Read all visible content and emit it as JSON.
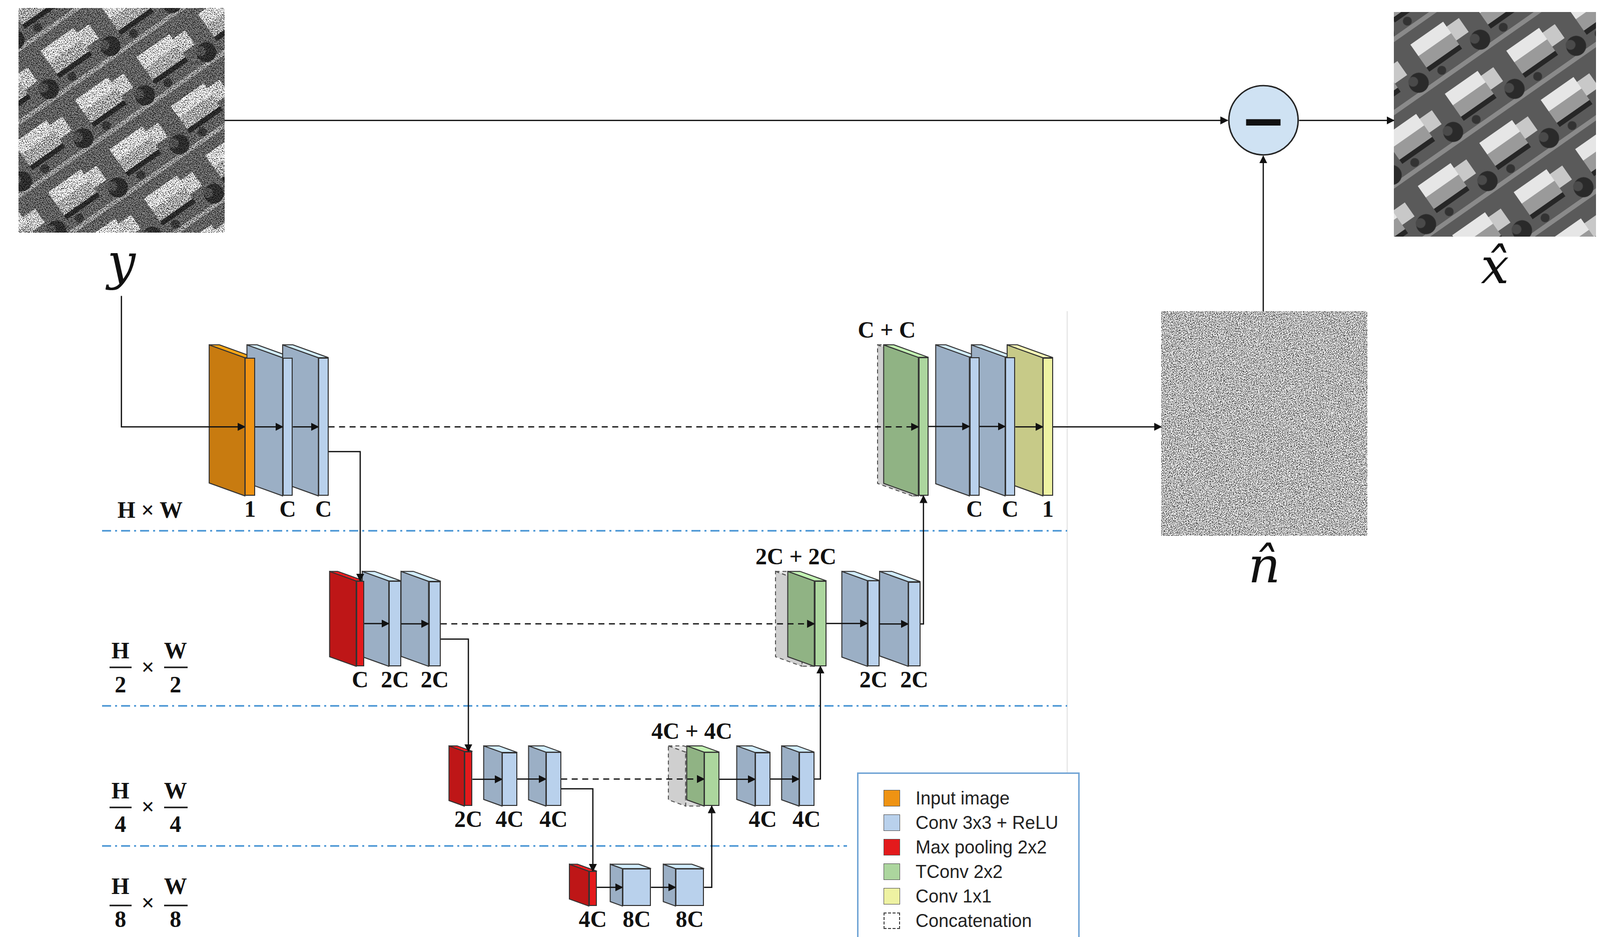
{
  "diagram": {
    "nodes": [
      {
        "text": [
          "y"
        ]
      },
      {
        "text": [
          "−"
        ]
      },
      {
        "text": [
          "x̂"
        ]
      },
      {
        "text": [
          "1"
        ]
      },
      {
        "text": [
          "C"
        ]
      },
      {
        "text": [
          "C"
        ]
      },
      {
        "text": [
          "C + C"
        ]
      },
      {
        "text": [
          "C"
        ]
      },
      {
        "text": [
          "C"
        ]
      },
      {
        "text": [
          "1"
        ]
      },
      {
        "text": [
          "n̂"
        ]
      },
      {
        "text": [
          "C"
        ]
      },
      {
        "text": [
          "2C"
        ]
      },
      {
        "text": [
          "2C"
        ]
      },
      {
        "text": [
          "2C + 2C"
        ]
      },
      {
        "text": [
          "2C"
        ]
      },
      {
        "text": [
          "2C"
        ]
      },
      {
        "text": [
          "2C"
        ]
      },
      {
        "text": [
          "4C"
        ]
      },
      {
        "text": [
          "4C"
        ]
      },
      {
        "text": [
          "4C + 4C"
        ]
      },
      {
        "text": [
          "4C"
        ]
      },
      {
        "text": [
          "4C"
        ]
      },
      {
        "text": [
          "4C"
        ]
      },
      {
        "text": [
          "8C"
        ]
      },
      {
        "text": [
          "8C"
        ]
      }
    ],
    "edges": [
      {
        "from": 0,
        "to": 3,
        "arrow": "to"
      },
      {
        "from": 3,
        "to": 4,
        "arrow": "to"
      },
      {
        "from": 4,
        "to": 5,
        "arrow": "to"
      },
      {
        "from": 5,
        "to": 6,
        "arrow": "to"
      },
      {
        "from": 5,
        "to": 11,
        "arrow": "to"
      },
      {
        "from": 11,
        "to": 12,
        "arrow": "to"
      },
      {
        "from": 12,
        "to": 13,
        "arrow": "to"
      },
      {
        "from": 13,
        "to": 14,
        "arrow": "to"
      },
      {
        "from": 13,
        "to": 17,
        "arrow": "to"
      },
      {
        "from": 17,
        "to": 18,
        "arrow": "to"
      },
      {
        "from": 18,
        "to": 19,
        "arrow": "to"
      },
      {
        "from": 19,
        "to": 20,
        "arrow": "to"
      },
      {
        "from": 19,
        "to": 23,
        "arrow": "to"
      },
      {
        "from": 23,
        "to": 24,
        "arrow": "to"
      },
      {
        "from": 24,
        "to": 25,
        "arrow": "to"
      },
      {
        "from": 25,
        "to": 20,
        "arrow": "to"
      },
      {
        "from": 20,
        "to": 21,
        "arrow": "to"
      },
      {
        "from": 21,
        "to": 22,
        "arrow": "to"
      },
      {
        "from": 22,
        "to": 14,
        "arrow": "to"
      },
      {
        "from": 14,
        "to": 15,
        "arrow": "to"
      },
      {
        "from": 15,
        "to": 16,
        "arrow": "to"
      },
      {
        "from": 16,
        "to": 6,
        "arrow": "to"
      },
      {
        "from": 6,
        "to": 7,
        "arrow": "to"
      },
      {
        "from": 7,
        "to": 8,
        "arrow": "to"
      },
      {
        "from": 8,
        "to": 9,
        "arrow": "to"
      },
      {
        "from": 9,
        "to": 10,
        "arrow": "to"
      },
      {
        "from": 10,
        "to": 1,
        "arrow": "to"
      },
      {
        "from": 0,
        "to": 1,
        "arrow": "to"
      },
      {
        "from": 1,
        "to": 2,
        "arrow": "to"
      }
    ],
    "labels": [
      "H × W",
      "H",
      "2",
      "×",
      "W",
      "2",
      "H",
      "4",
      "×",
      "W",
      "4",
      "H",
      "8",
      "×",
      "W",
      "8"
    ],
    "legend": [
      {
        "text": "Input image",
        "color": "#ef9313"
      },
      {
        "text": "Conv 3x3 + ReLU",
        "color": "#b9d1ec"
      },
      {
        "text": "Max pooling 2x2",
        "color": "#e31a1c"
      },
      {
        "text": "TConv 2x2",
        "color": "#acd69e"
      },
      {
        "text": "Conv 1x1",
        "color": "#eef2a2"
      },
      {
        "text": "Concatenation"
      }
    ]
  }
}
